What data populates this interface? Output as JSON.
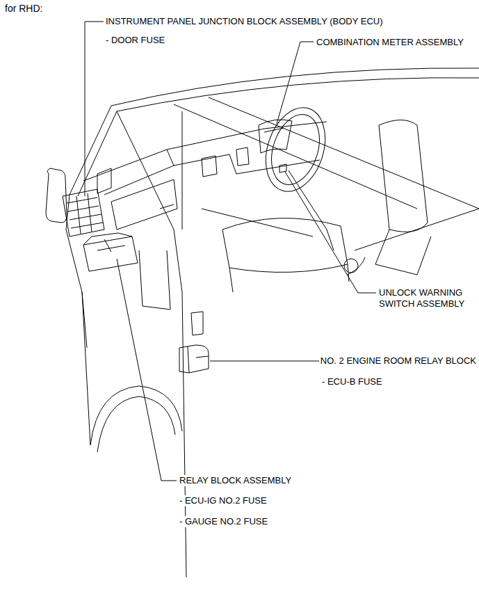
{
  "diagram": {
    "title": "for RHD:",
    "labels": [
      "INSTRUMENT PANEL JUNCTION BLOCK ASSEMBLY (BODY ECU)",
      "- DOOR FUSE",
      "COMBINATION METER ASSEMBLY",
      "UNLOCK WARNING SWITCH ASSEMBLY",
      "NO. 2 ENGINE ROOM RELAY BLOCK",
      "- ECU-B FUSE",
      "RELAY BLOCK ASSEMBLY",
      "- ECU-IG NO.2 FUSE",
      "- GAUGE NO.2 FUSE"
    ]
  }
}
